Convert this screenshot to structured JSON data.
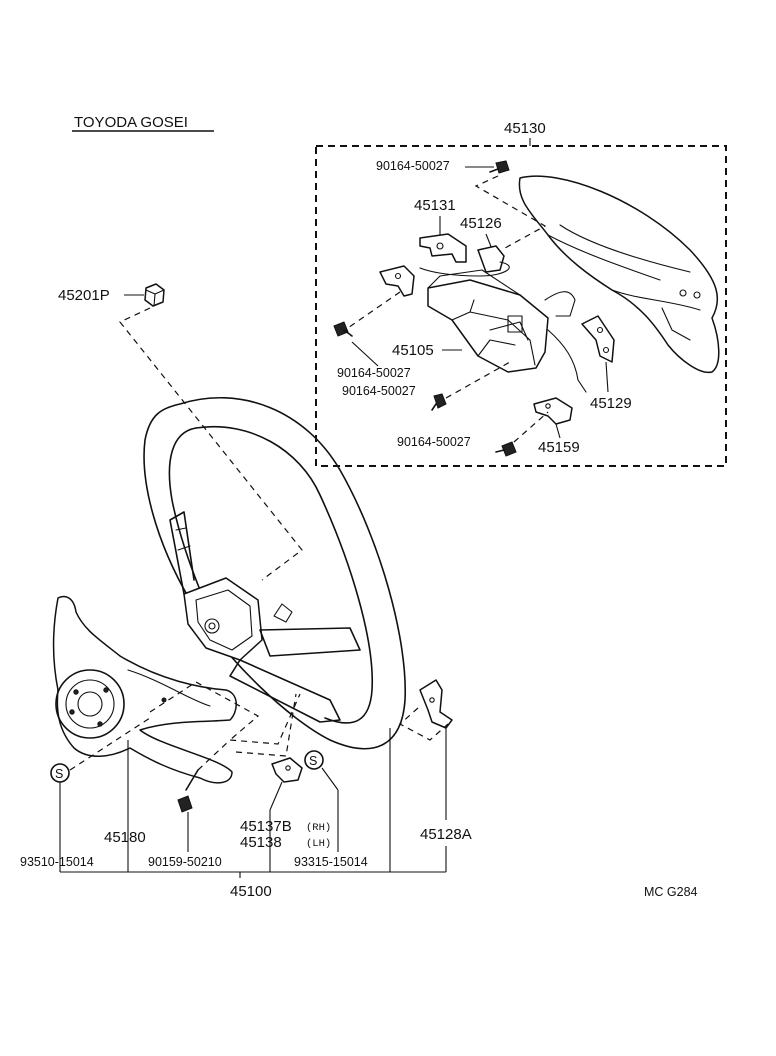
{
  "header": {
    "manufacturer": "TOYODA GOSEI"
  },
  "assembly_box": {
    "part_no": "45130"
  },
  "part_labels": {
    "bolt_top": "90164-50027",
    "p45131": "45131",
    "p45126": "45126",
    "p45201P": "45201P",
    "p45105": "45105",
    "bolt_left": "90164-50027",
    "bolt_mid": "90164-50027",
    "p45129": "45129",
    "bolt_bottom": "90164-50027",
    "p45159": "45159",
    "p45180": "45180",
    "p45137B": "45137B",
    "p45138": "45138",
    "rh": "(RH)",
    "lh": "(LH)",
    "p45128A": "45128A",
    "p93510": "93510-15014",
    "p90159": "90159-50210",
    "p93315": "93315-15014",
    "p45100": "45100",
    "s_mark": "S"
  },
  "footer": {
    "figure_code": "MC  G284"
  }
}
